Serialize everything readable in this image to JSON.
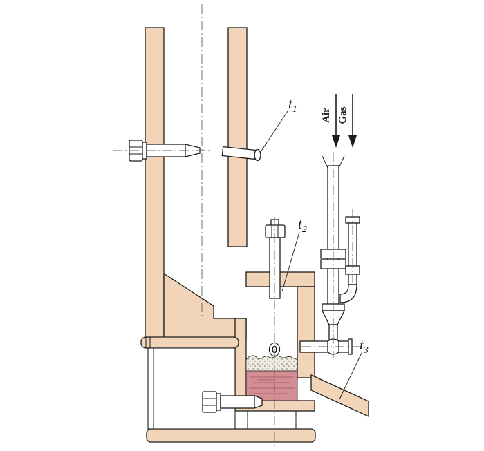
{
  "labels": {
    "t1": {
      "base": "t",
      "sub": "1"
    },
    "t2": {
      "base": "t",
      "sub": "2"
    },
    "t3": {
      "base": "t",
      "sub": "3"
    },
    "air": "Air",
    "gas": "Gas"
  },
  "colors": {
    "background": "#ffffff",
    "wall": "#f2d4b8",
    "line": "#1c1c1c",
    "pipe_fill": "#ffffff",
    "liquid": "#d38e94",
    "liquid_line": "#a9636d",
    "foam": "#efebe0",
    "foam_dot": "#90908a",
    "centerline": "#606060"
  }
}
